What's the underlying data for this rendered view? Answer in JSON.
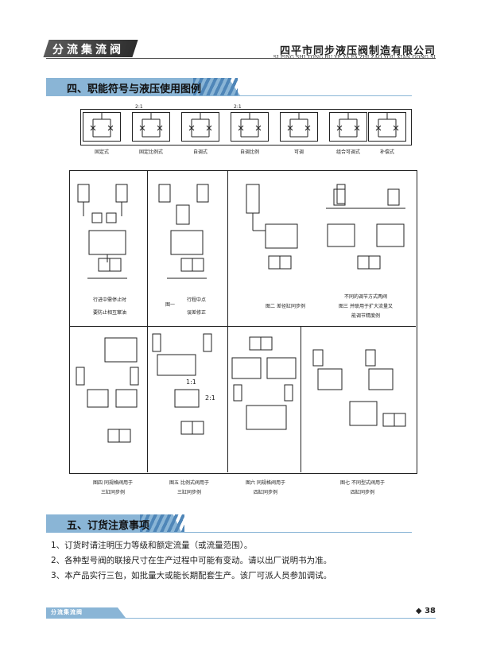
{
  "header": {
    "tab_title": "分流集流阀",
    "company_name": "四平市同步液压阀制造有限公司",
    "company_pinyin": "SI PING SHI TONG BU YE YA FA ZHI ZAO YOU XIAN GONG SI"
  },
  "section4": {
    "title": "四、职能符号与液压使用图例",
    "symbols": [
      {
        "caption": "固定式",
        "ratio": ""
      },
      {
        "caption": "固定比例式",
        "ratio": "2:1"
      },
      {
        "caption": "自调式",
        "ratio": ""
      },
      {
        "caption": "自调比例",
        "ratio": "2:1"
      },
      {
        "caption": "可调",
        "ratio": ""
      },
      {
        "caption": "组合可调式",
        "ratio": ""
      },
      {
        "caption": "补偿式",
        "ratio": ""
      }
    ],
    "figures": {
      "fig1_note_a": "行进中需停止时",
      "fig1_note_b": "要防止相互窜油",
      "fig1_label": "图一",
      "fig1_note_c": "行程中点",
      "fig1_note_d": "误差修正",
      "fig2": "图二 差径缸同步例",
      "fig3_a": "不同的调节方式两阀",
      "fig3_b": "图三 并联用于扩大流量又",
      "fig3_c": "能调节精度例",
      "fig4_a": "图四 同规格阀用于",
      "fig4_b": "三缸同步例",
      "fig5_a": "图五 比例式阀用于",
      "fig5_b": "三缸同步例",
      "fig5_ratio1": "1:1",
      "fig5_ratio2": "2:1",
      "fig6_a": "图六 同规格阀用于",
      "fig6_b": "四缸同步例",
      "fig7_a": "图七 不同型式阀用于",
      "fig7_b": "四缸同步例"
    }
  },
  "section5": {
    "title": "五、订货注意事项",
    "items": [
      "1、订货时请注明压力等级和额定流量（或流量范围）。",
      "2、各种型号阀的联接尺寸在生产过程中可能有变动。请以出厂说明书为准。",
      "3、本产品实行三包，如批量大或能长期配套生产。该厂可派人员参加调试。"
    ]
  },
  "footer": {
    "tab": "分流集流阀",
    "page": "◆ 38"
  }
}
